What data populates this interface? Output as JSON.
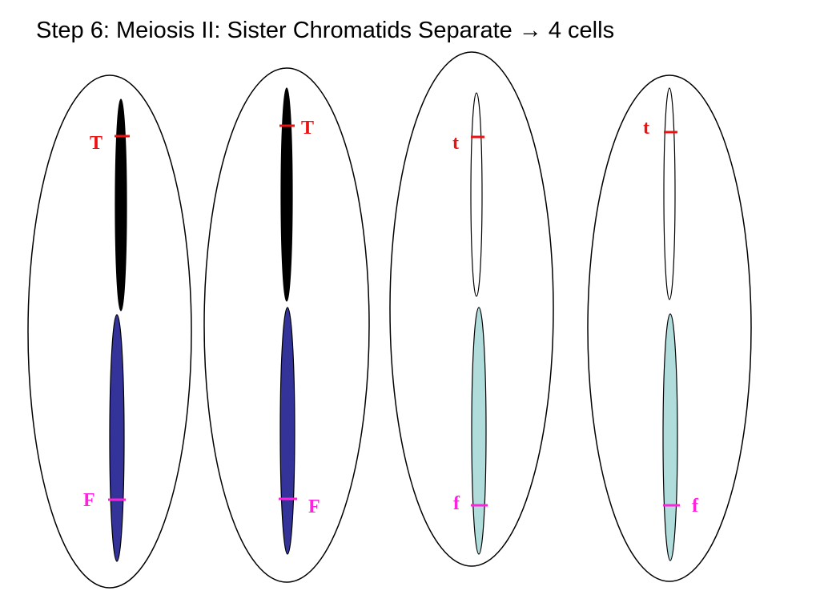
{
  "title": "Step 6: Meiosis II:  Sister Chromatids Separate → 4 cells",
  "colors": {
    "dominant_top_chromatid": "#000000",
    "dominant_bottom_chromatid": "#333399",
    "recessive_top_chromatid": "#ffffff",
    "recessive_bottom_chromatid": "#b0dcdc",
    "gene_T_marker": "#ee1111",
    "gene_F_marker": "#ff22dd",
    "cell_outline": "#000000"
  },
  "cells": [
    {
      "top_allele": "T",
      "bottom_allele": "F"
    },
    {
      "top_allele": "T",
      "bottom_allele": "F"
    },
    {
      "top_allele": "t",
      "bottom_allele": "f"
    },
    {
      "top_allele": "t",
      "bottom_allele": "f"
    }
  ]
}
